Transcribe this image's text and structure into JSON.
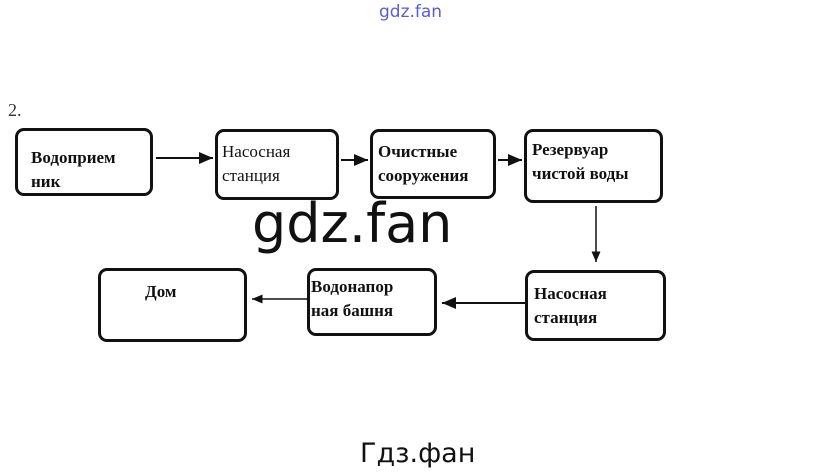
{
  "watermark_top": "gdz.fan",
  "watermark_center": "gdz.fan",
  "watermark_bottom": "Гдз.фан",
  "task_number": "2.",
  "nodes": [
    {
      "line1": "Водоприем",
      "line2": "ник"
    },
    {
      "line1": "Насосная",
      "line2": "станция"
    },
    {
      "line1": "Очистные",
      "line2": "сооружения"
    },
    {
      "line1": "Резервуар",
      "line2": "чистой воды"
    },
    {
      "line1": "Насосная",
      "line2": "станция"
    },
    {
      "line1": "Водонапор",
      "line2": "ная башня"
    },
    {
      "line1": "Дом"
    }
  ],
  "colors": {
    "watermark_top": "#5b5bd6",
    "stroke": "#111111"
  }
}
